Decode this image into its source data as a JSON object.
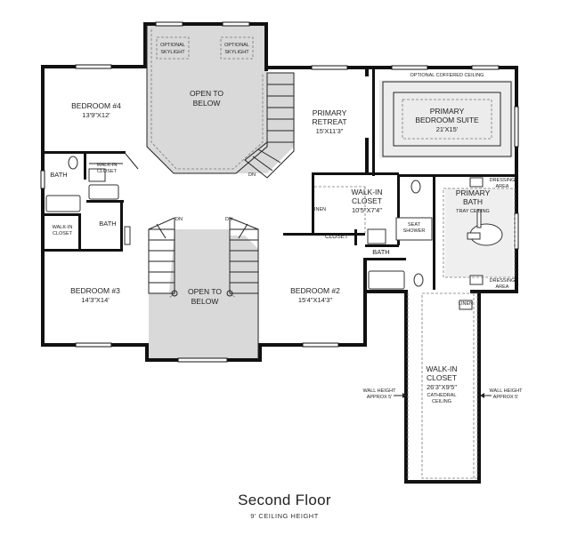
{
  "floor": {
    "title": "Second Floor",
    "subtitle": "9' CEILING HEIGHT"
  },
  "labels": {
    "skylight_1": [
      "OPTIONAL",
      "SKYLIGHT"
    ],
    "skylight_2": [
      "OPTIONAL",
      "SKYLIGHT"
    ],
    "open_top": [
      "OPEN TO",
      "BELOW"
    ],
    "open_bottom": [
      "OPEN TO",
      "BELOW"
    ],
    "dn": "DN",
    "bedroom4": {
      "name": "BEDROOM #4",
      "dims": "13'9\"X12'"
    },
    "bedroom3": {
      "name": "BEDROOM #3",
      "dims": "14'3\"X14'"
    },
    "bedroom2": {
      "name": "BEDROOM #2",
      "dims": "15'4\"X14'3\""
    },
    "primary_retreat": {
      "name": [
        "PRIMARY",
        "RETREAT"
      ],
      "dims": "15'X11'3\""
    },
    "primary_suite": {
      "name": [
        "PRIMARY",
        "BEDROOM SUITE"
      ],
      "dims": "21'X15'"
    },
    "coffered": "OPTIONAL COFFERED CEILING",
    "walkin_closet_primary": {
      "name": [
        "WALK-IN",
        "CLOSET"
      ],
      "dims": "10'5\"X7'4\""
    },
    "linen": "LINEN",
    "closet": "CLOSET",
    "primary_bath": {
      "name": [
        "PRIMARY",
        "BATH"
      ],
      "note": "TRAY CEILING"
    },
    "dressing_area": [
      "DRESSING",
      "AREA"
    ],
    "seat_shower": [
      "SEAT",
      "SHOWER"
    ],
    "bath": "BATH",
    "walkin_closet_small": [
      "WALK-IN",
      "CLOSET"
    ],
    "walkin_closet_large": {
      "name": [
        "WALK-IN",
        "CLOSET"
      ],
      "dims": "26'3\"X9'5\"",
      "note": [
        "CATHEDRAL",
        "CEILING"
      ]
    },
    "wall_height": [
      "WALL HEIGHT",
      "APPROX 5'"
    ]
  }
}
